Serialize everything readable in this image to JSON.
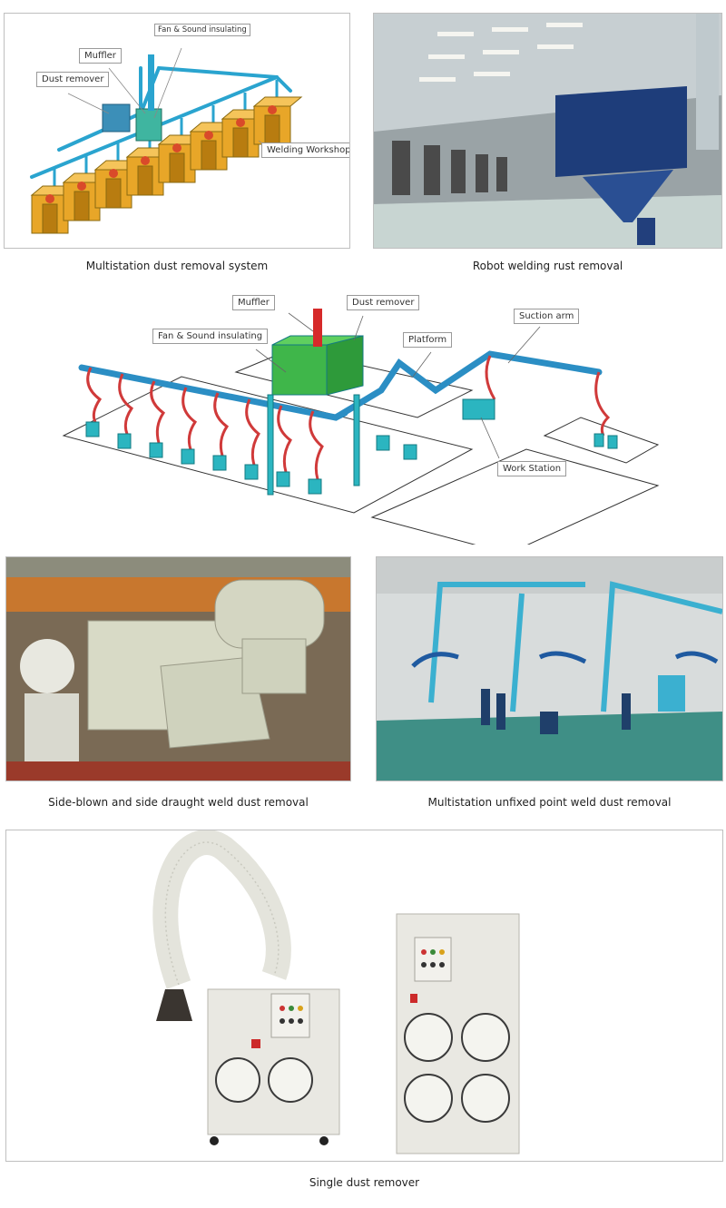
{
  "panels": {
    "multistation_system": {
      "caption": "Multistation dust removal system",
      "labels": {
        "fan": "Fan & Sound insulating",
        "muffler": "Muffler",
        "dust_remover": "Dust remover",
        "workshop": "Welding Workshop"
      }
    },
    "robot_welding": {
      "caption": "Robot welding rust removal"
    },
    "layout_diagram": {
      "labels": {
        "muffler": "Muffler",
        "dust_remover": "Dust remover",
        "fan": "Fan & Sound insulating",
        "suction_arm": "Suction arm",
        "platform": "Platform",
        "work_station": "Work Station"
      }
    },
    "side_blown": {
      "caption": "Side-blown and side draught weld dust removal"
    },
    "unfixed_point": {
      "caption": "Multistation unfixed point weld dust removal"
    },
    "single_remover": {
      "caption": "Single dust remover"
    }
  }
}
